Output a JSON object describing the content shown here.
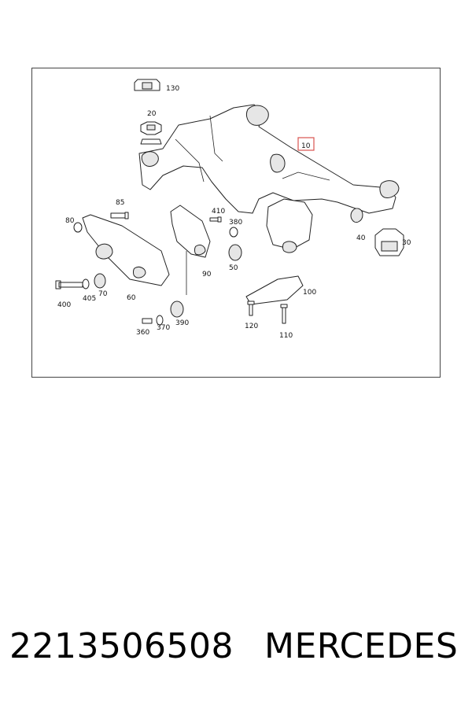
{
  "diagram": {
    "callouts": [
      {
        "id": "130",
        "label": "130"
      },
      {
        "id": "20",
        "label": "20"
      },
      {
        "id": "10",
        "label": "10",
        "highlight": true,
        "highlight_color": "#d9534f"
      },
      {
        "id": "85",
        "label": "85"
      },
      {
        "id": "80",
        "label": "80"
      },
      {
        "id": "410",
        "label": "410"
      },
      {
        "id": "380",
        "label": "380"
      },
      {
        "id": "40",
        "label": "40"
      },
      {
        "id": "30",
        "label": "30"
      },
      {
        "id": "50",
        "label": "50"
      },
      {
        "id": "90",
        "label": "90"
      },
      {
        "id": "60",
        "label": "60"
      },
      {
        "id": "70",
        "label": "70"
      },
      {
        "id": "405",
        "label": "405"
      },
      {
        "id": "400",
        "label": "400"
      },
      {
        "id": "100",
        "label": "100"
      },
      {
        "id": "120",
        "label": "120"
      },
      {
        "id": "110",
        "label": "110"
      },
      {
        "id": "360",
        "label": "360"
      },
      {
        "id": "370",
        "label": "370"
      },
      {
        "id": "390",
        "label": "390"
      }
    ]
  },
  "caption": {
    "part_number": "2213506508",
    "brand": "MERCEDES"
  }
}
